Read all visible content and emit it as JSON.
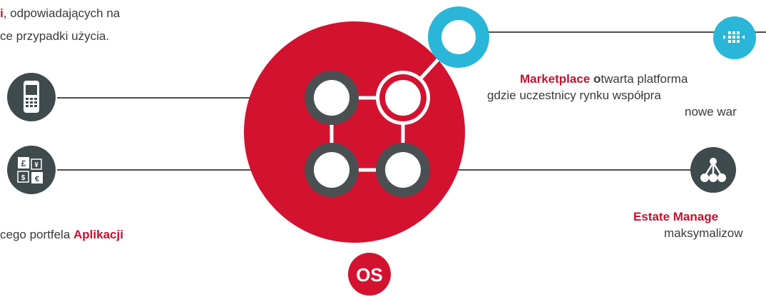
{
  "colors": {
    "brand_red": "#C8102E",
    "dark_icon": "#3F4A4D",
    "light_blue": "#29B6D8",
    "node_ring": "#4A4F52",
    "line": "#4A4F52",
    "text": "#3A3A3A"
  },
  "left": {
    "top_text": {
      "accent": "i",
      "rest": ", odpowiadających na",
      "line2": "ce przypadki użycia."
    },
    "bottom_text": {
      "plain": "cego portfela ",
      "accent": "Aplikacji"
    },
    "icons": [
      "mobile-terminal-icon",
      "currency-icon"
    ]
  },
  "right": {
    "marketplace": {
      "accent": "Marketplace",
      "bold_letter": " o",
      "rest": "twarta platforma",
      "line2": "gdzie uczestnicy rynku współpra",
      "line3": "nowe war"
    },
    "estate": {
      "accent": "Estate Manage",
      "line2": "maksymalizow"
    },
    "icons": [
      "apps-grid-icon",
      "network-hierarchy-icon"
    ]
  },
  "center": {
    "logo_text": "OS"
  }
}
